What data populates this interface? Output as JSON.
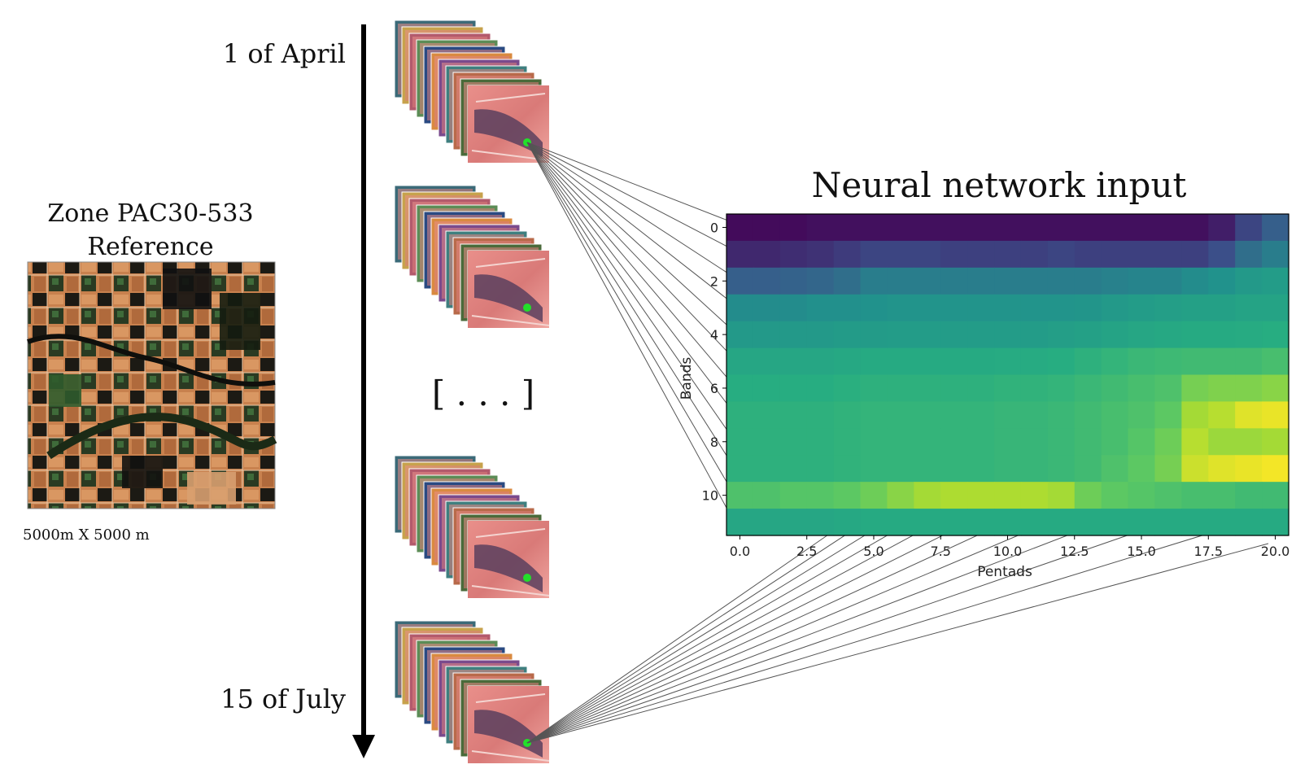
{
  "zone": {
    "title_line1": "Zone PAC30-533",
    "title_line2": "Reference",
    "size_label": "5000m X 5000 m"
  },
  "timeline": {
    "start_label": "1 of April",
    "end_label": "15 of July",
    "ellipsis": "[ . . . ]"
  },
  "heatmap": {
    "title": "Neural network input",
    "xlabel": "Pentads",
    "ylabel": "Bands",
    "x_ticks": [
      "0.0",
      "2.5",
      "5.0",
      "7.5",
      "10.0",
      "12.5",
      "15.0",
      "17.5",
      "20.0"
    ],
    "y_ticks": [
      "0",
      "2",
      "4",
      "6",
      "8",
      "10"
    ],
    "colormap_stops": [
      "#440154",
      "#3b528b",
      "#21918c",
      "#27ad81",
      "#5ec962",
      "#aadc32",
      "#fde725"
    ]
  },
  "chart_data": {
    "type": "heatmap",
    "title": "Neural network input",
    "xlabel": "Pentads",
    "ylabel": "Bands",
    "xlim": [
      0,
      20
    ],
    "ylim": [
      11,
      0
    ],
    "n_cols": 21,
    "n_rows": 12,
    "values": [
      [
        0.02,
        0.02,
        0.02,
        0.03,
        0.03,
        0.03,
        0.03,
        0.03,
        0.03,
        0.03,
        0.03,
        0.03,
        0.03,
        0.03,
        0.03,
        0.03,
        0.03,
        0.03,
        0.06,
        0.14,
        0.2
      ],
      [
        0.08,
        0.08,
        0.09,
        0.1,
        0.12,
        0.14,
        0.14,
        0.14,
        0.13,
        0.13,
        0.13,
        0.13,
        0.14,
        0.13,
        0.13,
        0.13,
        0.13,
        0.13,
        0.16,
        0.24,
        0.28
      ],
      [
        0.2,
        0.2,
        0.21,
        0.22,
        0.24,
        0.28,
        0.28,
        0.28,
        0.28,
        0.28,
        0.28,
        0.28,
        0.28,
        0.28,
        0.29,
        0.3,
        0.3,
        0.32,
        0.34,
        0.38,
        0.4
      ],
      [
        0.32,
        0.32,
        0.32,
        0.33,
        0.33,
        0.34,
        0.35,
        0.35,
        0.35,
        0.35,
        0.35,
        0.35,
        0.35,
        0.36,
        0.38,
        0.4,
        0.41,
        0.42,
        0.42,
        0.44,
        0.44
      ],
      [
        0.38,
        0.38,
        0.38,
        0.38,
        0.39,
        0.39,
        0.4,
        0.4,
        0.4,
        0.4,
        0.4,
        0.4,
        0.41,
        0.42,
        0.44,
        0.46,
        0.47,
        0.48,
        0.48,
        0.49,
        0.5
      ],
      [
        0.46,
        0.46,
        0.46,
        0.46,
        0.47,
        0.48,
        0.48,
        0.48,
        0.48,
        0.48,
        0.49,
        0.49,
        0.5,
        0.52,
        0.54,
        0.56,
        0.57,
        0.58,
        0.58,
        0.58,
        0.6
      ],
      [
        0.5,
        0.5,
        0.5,
        0.5,
        0.51,
        0.52,
        0.52,
        0.52,
        0.52,
        0.52,
        0.53,
        0.53,
        0.54,
        0.56,
        0.58,
        0.6,
        0.62,
        0.72,
        0.74,
        0.74,
        0.76
      ],
      [
        0.52,
        0.52,
        0.52,
        0.52,
        0.53,
        0.54,
        0.54,
        0.54,
        0.54,
        0.54,
        0.55,
        0.55,
        0.56,
        0.58,
        0.6,
        0.62,
        0.66,
        0.82,
        0.86,
        0.94,
        0.96
      ],
      [
        0.52,
        0.52,
        0.52,
        0.52,
        0.53,
        0.54,
        0.54,
        0.54,
        0.54,
        0.54,
        0.55,
        0.55,
        0.56,
        0.58,
        0.6,
        0.64,
        0.7,
        0.86,
        0.8,
        0.8,
        0.82
      ],
      [
        0.52,
        0.52,
        0.52,
        0.52,
        0.53,
        0.54,
        0.54,
        0.54,
        0.54,
        0.54,
        0.55,
        0.55,
        0.56,
        0.58,
        0.62,
        0.66,
        0.72,
        0.9,
        0.94,
        0.96,
        0.98
      ],
      [
        0.62,
        0.62,
        0.64,
        0.64,
        0.66,
        0.7,
        0.76,
        0.82,
        0.84,
        0.84,
        0.84,
        0.84,
        0.82,
        0.7,
        0.66,
        0.64,
        0.62,
        0.6,
        0.6,
        0.58,
        0.58
      ],
      [
        0.46,
        0.46,
        0.46,
        0.46,
        0.47,
        0.48,
        0.48,
        0.48,
        0.48,
        0.48,
        0.48,
        0.48,
        0.48,
        0.48,
        0.48,
        0.48,
        0.48,
        0.48,
        0.48,
        0.48,
        0.48
      ]
    ]
  }
}
